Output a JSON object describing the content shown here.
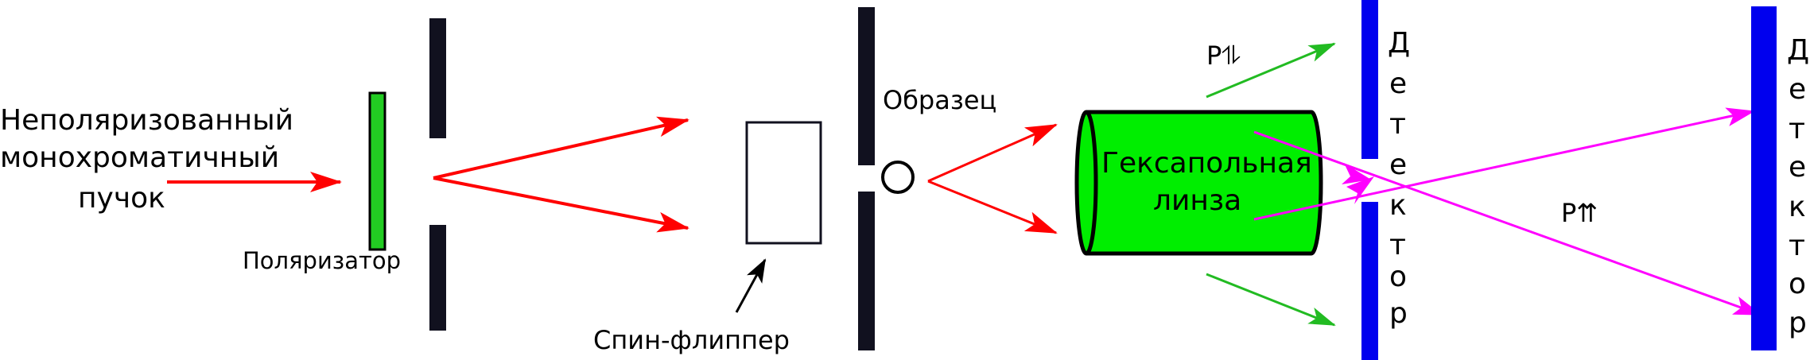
{
  "labels": {
    "beam_line1": "Неполяризованный",
    "beam_line2": "монохроматичный",
    "beam_line3": "пучок",
    "polarizer": "Поляризатор",
    "spin_flipper": "Спин-флиппер",
    "sample": "Образец",
    "lens_line1": "Гексапольная",
    "lens_line2": "линза",
    "p_antiparallel": "P⥮",
    "p_parallel": "P⇈",
    "detector1_letters": [
      "Д",
      "е",
      "т",
      "е",
      "к",
      "т",
      "о",
      "р"
    ],
    "detector2_letters": [
      "Д",
      "е",
      "т",
      "е",
      "к",
      "т",
      "о",
      "р"
    ]
  },
  "colors": {
    "neutron_beam": "#ff0000",
    "polarizer_fill": "#22cc22",
    "lens_fill": "#00ee00",
    "spin_down_beam": "#22bb22",
    "spin_up_beam": "#ff00ff",
    "slit": "#11111f",
    "detector": "#0000ee"
  }
}
